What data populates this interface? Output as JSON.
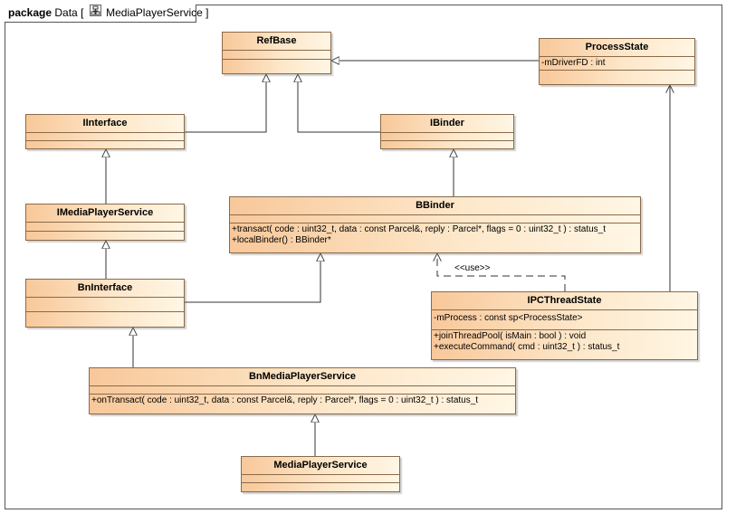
{
  "package": {
    "keyword": "package",
    "name": "Data",
    "open_bracket": "[",
    "diagram_name": "MediaPlayerService",
    "close_bracket": "]",
    "diagram_icon": "class-diagram-icon"
  },
  "classes": {
    "refbase": {
      "name": "RefBase",
      "attributes": [],
      "operations": []
    },
    "processstate": {
      "name": "ProcessState",
      "attributes": [
        "-mDriverFD : int"
      ],
      "operations": []
    },
    "iinterface": {
      "name": "IInterface",
      "attributes": [],
      "operations": []
    },
    "ibinder": {
      "name": "IBinder",
      "attributes": [],
      "operations": []
    },
    "imediaplayerservice": {
      "name": "IMediaPlayerService",
      "attributes": [],
      "operations": []
    },
    "bbinder": {
      "name": "BBinder",
      "attributes": [],
      "operations": [
        "+transact( code : uint32_t, data : const Parcel&, reply : Parcel*, flags = 0 : uint32_t ) : status_t",
        "+localBinder() : BBinder*"
      ]
    },
    "bninterface": {
      "name": "BnInterface",
      "attributes": [],
      "operations": []
    },
    "ipcthreadstate": {
      "name": "IPCThreadState",
      "attributes": [
        "-mProcess : const sp<ProcessState>"
      ],
      "operations": [
        "+joinThreadPool( isMain : bool ) : void",
        "+executeCommand( cmd : uint32_t ) : status_t"
      ]
    },
    "bnmediaplayerservice": {
      "name": "BnMediaPlayerService",
      "attributes": [],
      "operations": [
        "+onTransact( code : uint32_t, data : const Parcel&, reply : Parcel*, flags = 0 : uint32_t ) : status_t"
      ]
    },
    "mediaplayerservice": {
      "name": "MediaPlayerService",
      "attributes": [],
      "operations": []
    }
  },
  "relations": {
    "use_label": "<<use>>"
  },
  "colors": {
    "class_fill_start": "#f8c89a",
    "class_fill_end": "#fff6e4",
    "class_border": "#8a6a4a",
    "edge": "#333333"
  }
}
